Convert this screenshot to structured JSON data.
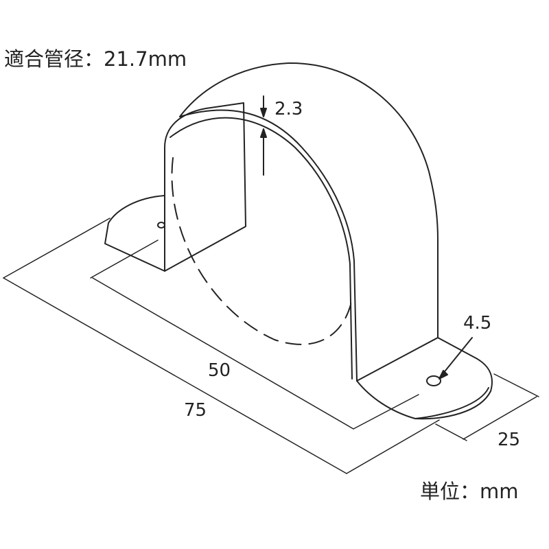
{
  "title": "適合管径：21.7mm",
  "unit_label": "単位：mm",
  "dimensions": {
    "thickness": "2.3",
    "hole": "4.5",
    "inner_span": "50",
    "overall_length": "75",
    "width": "25"
  },
  "colors": {
    "line": "#222222",
    "background": "#ffffff"
  }
}
